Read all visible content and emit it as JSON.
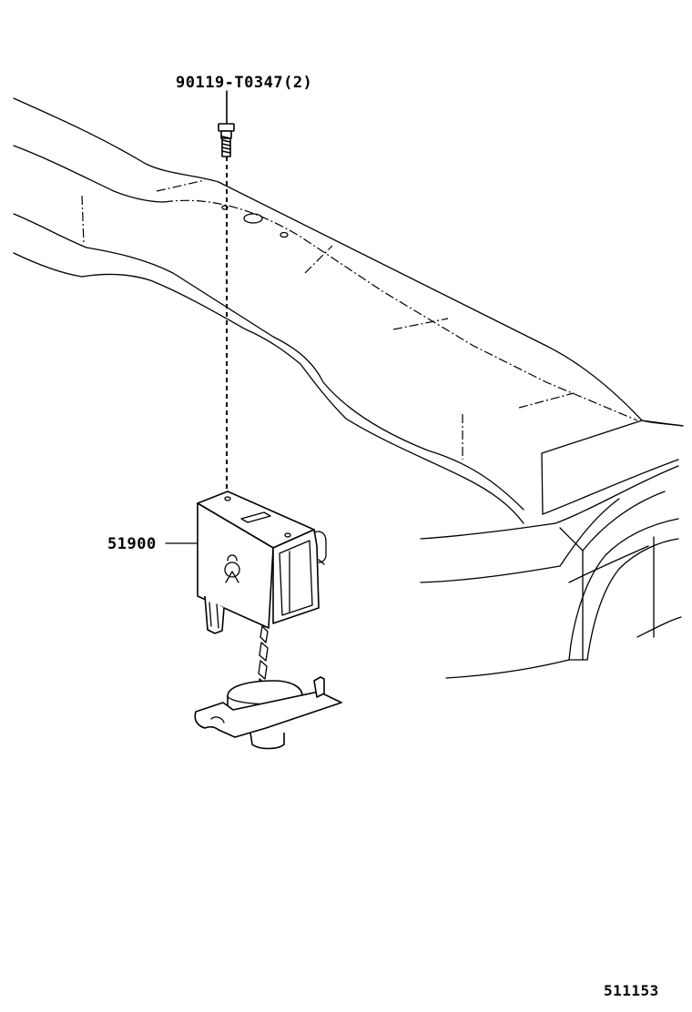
{
  "labels": {
    "bolt_part": "90119-T0347(2)",
    "carrier_part": "51900",
    "figure_number": "511153"
  },
  "colors": {
    "line": "#000000",
    "background": "#ffffff"
  }
}
